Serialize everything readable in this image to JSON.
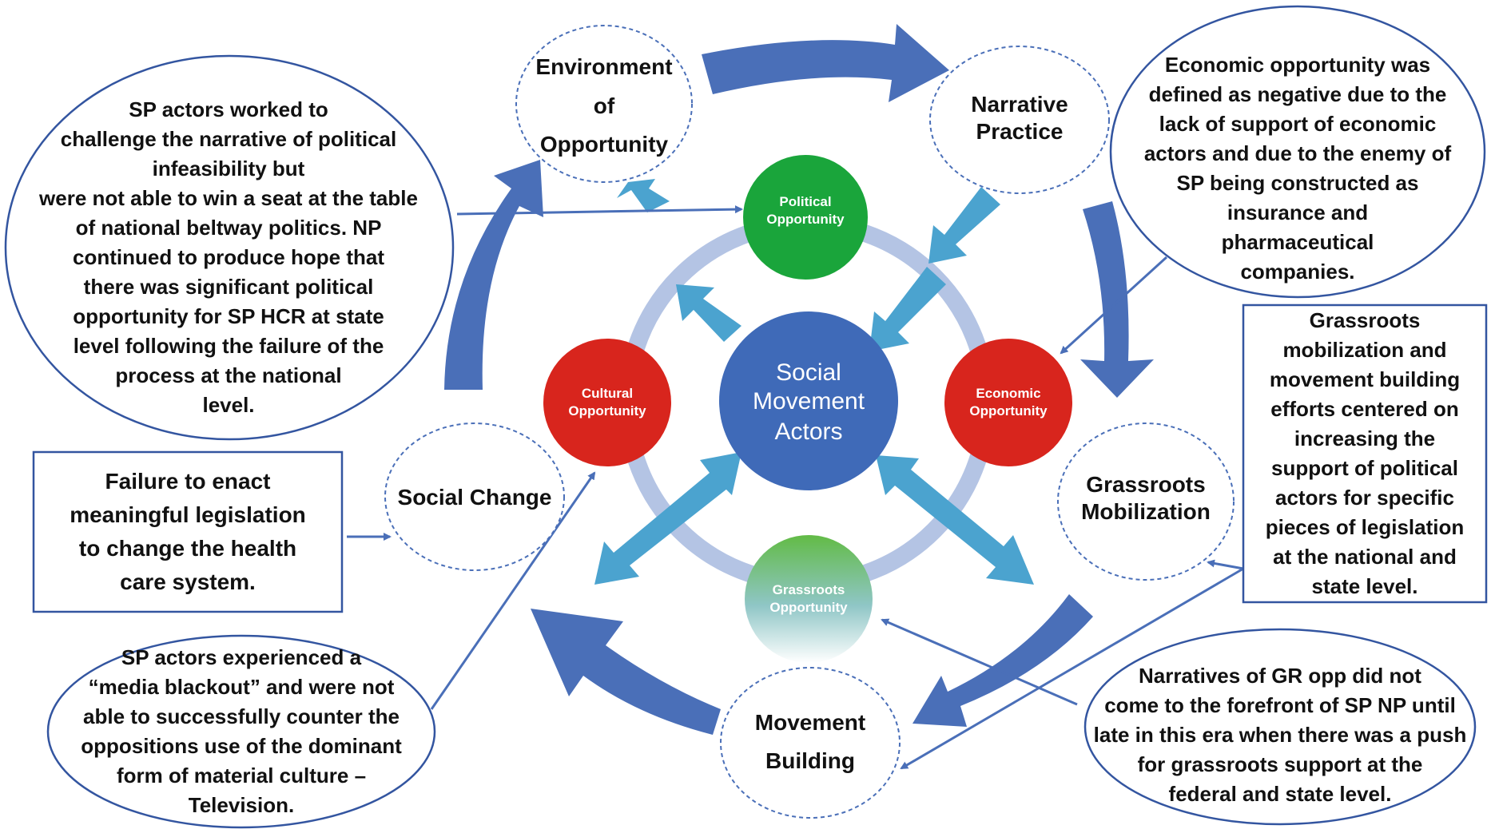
{
  "colors": {
    "cycle_arrow": "#4a6fb8",
    "inner_arrow": "#4ba3cf",
    "ring": "#b4c4e4",
    "center": "#3f6ab8",
    "political": "#1aa53b",
    "cultural": "#d8251d",
    "economic": "#d8251d",
    "grassroots_top": "#62bb46",
    "grassroots_bottom": "#ffffff",
    "connector": "#4a6fb8",
    "box_border": "#3355a0"
  },
  "center": {
    "line1": "Social",
    "line2": "Movement",
    "line3": "Actors"
  },
  "opportunities": {
    "political": {
      "line1": "Political",
      "line2": "Opportunity"
    },
    "cultural": {
      "line1": "Cultural",
      "line2": "Opportunity"
    },
    "economic": {
      "line1": "Economic",
      "line2": "Opportunity"
    },
    "grassroots": {
      "line1": "Grassroots",
      "line2": "Opportunity"
    }
  },
  "cycle_stages": {
    "environment": {
      "line1": "Environment",
      "line2": "of",
      "line3": "Opportunity"
    },
    "narrative": {
      "line1": "Narrative",
      "line2": "Practice"
    },
    "grassroots_mobilization": {
      "line1": "Grassroots",
      "line2": "Mobilization"
    },
    "movement_building": {
      "line1": "Movement",
      "line2": "Building"
    },
    "social_change": {
      "line1": "Social Change"
    }
  },
  "annotations": {
    "political_note": [
      "SP actors worked to",
      "challenge the narrative of political",
      "infeasibility but",
      "were not able to win a seat at the table",
      "of national beltway politics. NP",
      "continued to produce hope that",
      "there was significant political",
      "opportunity for SP HCR at state",
      "level following the failure of the",
      "process at the national",
      "level."
    ],
    "economic_note": [
      "Economic opportunity was",
      "defined as negative due to the",
      "lack of support of economic",
      "actors and due to the enemy of",
      "SP being constructed as",
      "insurance and",
      "pharmaceutical",
      "companies."
    ],
    "social_change_note": [
      "Failure to enact",
      "meaningful legislation",
      "to change the health",
      "care system."
    ],
    "grassroots_mobilization_note": [
      "Grassroots",
      "mobilization and",
      "movement building",
      "efforts centered on",
      "increasing the",
      "support of political",
      "actors for specific",
      "pieces of legislation",
      "at the national and",
      "state level."
    ],
    "cultural_note": [
      "SP actors experienced a",
      "“media blackout” and were not",
      "able to successfully counter the",
      "oppositions use of the dominant",
      "form of material culture –",
      "Television."
    ],
    "grassroots_note": [
      "Narratives of GR opp did not",
      "come to the forefront of SP NP until",
      "late in this era when there was a push",
      "for grassroots support at the",
      "federal and state level."
    ]
  }
}
